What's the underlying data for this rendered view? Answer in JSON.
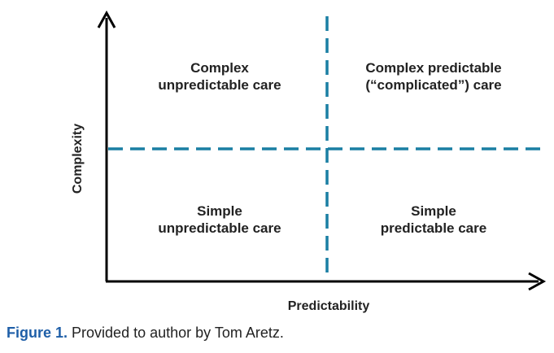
{
  "diagram": {
    "y_axis_label": "Complexity",
    "x_axis_label": "Predictability",
    "quadrants": {
      "top_left": [
        "Complex",
        "unpredictable care"
      ],
      "top_right": [
        "Complex predictable",
        "(“complicated”) care"
      ],
      "bottom_left": [
        "Simple",
        "unpredictable care"
      ],
      "bottom_right": [
        "Simple",
        "predictable care"
      ]
    },
    "colors": {
      "axis": "#000000",
      "divider": "#1a7fa3",
      "text": "#222222"
    }
  },
  "caption": {
    "label": "Figure 1.",
    "text": "Provided to author by Tom Aretz."
  },
  "colors": {
    "caption_label": "#1f5fa8"
  }
}
